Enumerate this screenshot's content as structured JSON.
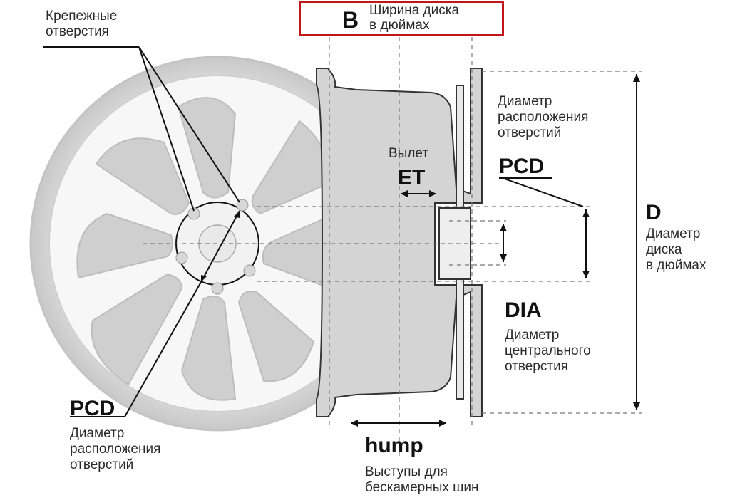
{
  "labels": {
    "mounting_holes": "Крепежные\nотверстия",
    "b_letter": "B",
    "b_text": "Ширина диска\nв дюймах",
    "pcd_right_desc": "Диаметр\nрасположения\nотверстий",
    "pcd_right": "PCD",
    "et_caption": "Вылет",
    "et": "ET",
    "d": "D",
    "d_desc": "Диаметр\nдиска\nв дюймах",
    "dia": "DIA",
    "dia_desc": "Диаметр\nцентрального\nотверстия",
    "pcd_left": "PCD",
    "pcd_left_desc": "Диаметр\nрасположения\nотверстий",
    "hump": "hump",
    "hump_desc": "Выступы для\nбескамерных шин"
  },
  "colors": {
    "highlight_border": "#c0161b",
    "line": "#111111",
    "wheel_fill": "#e6e6e6",
    "wheel_dark": "#b9b9b9",
    "profile_fill": "#d4d4d4"
  }
}
